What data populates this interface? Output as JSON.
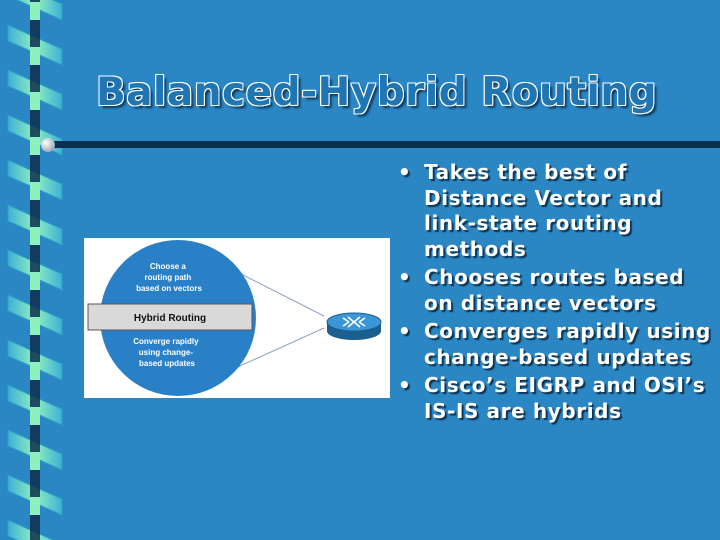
{
  "slide": {
    "title": "Balanced-Hybrid Routing",
    "bullets": [
      "Takes the best of Distance Vector and link-state routing methods",
      "Chooses routes based on distance vectors",
      "Converges rapidly using change-based updates",
      "Cisco’s EIGRP and OSI’s IS-IS are hybrids"
    ],
    "bullet_glyph": "•"
  },
  "diagram": {
    "top_label_lines": [
      "Choose a",
      "routing path",
      "based on vectors"
    ],
    "center_label": "Hybrid Routing",
    "bottom_label_lines": [
      "Converge rapidly",
      "using change-",
      "based updates"
    ],
    "router_icon": "router-icon"
  },
  "colors": {
    "background": "#2b86c4",
    "circle": "#2a80c6",
    "accent_green": "#7de0a8"
  }
}
